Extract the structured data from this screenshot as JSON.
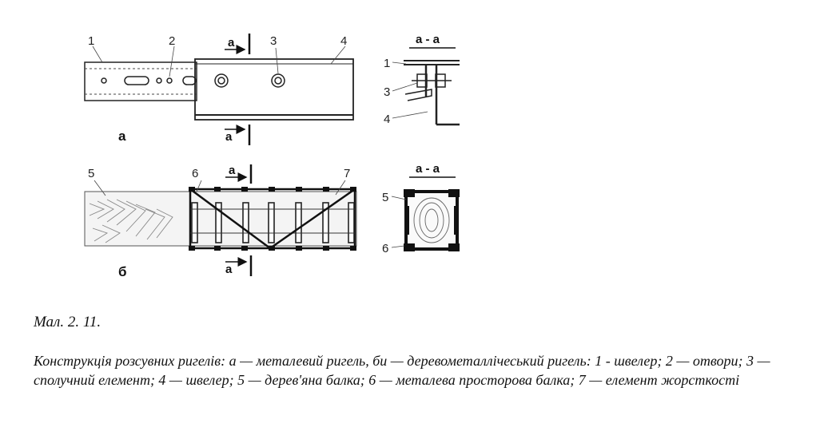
{
  "diagram": {
    "part_a": {
      "letter": "а",
      "callouts": [
        "1",
        "2",
        "3",
        "4"
      ],
      "section_marks": [
        "а",
        "а"
      ],
      "section_title": "а - а",
      "section_callouts": [
        "1",
        "3",
        "4"
      ]
    },
    "part_b": {
      "letter": "б",
      "callouts": [
        "5",
        "6",
        "7"
      ],
      "section_marks": [
        "а",
        "а"
      ],
      "section_title": "а - а",
      "section_callouts": [
        "5",
        "6"
      ]
    }
  },
  "caption": {
    "number": "Мал. 2. 11.",
    "text": "Конструкція розсувних ригелів: а — металевий ригель, би — деревометаллічеський ригель: 1 - швелер; 2 — отвори; 3 — сполучний елемент; 4 — швелер; 5 — дерев'яна балка; 6 — металева просторова балка; 7 — елемент жорсткості"
  },
  "colors": {
    "ink": "#111111",
    "paper": "#ffffff"
  }
}
